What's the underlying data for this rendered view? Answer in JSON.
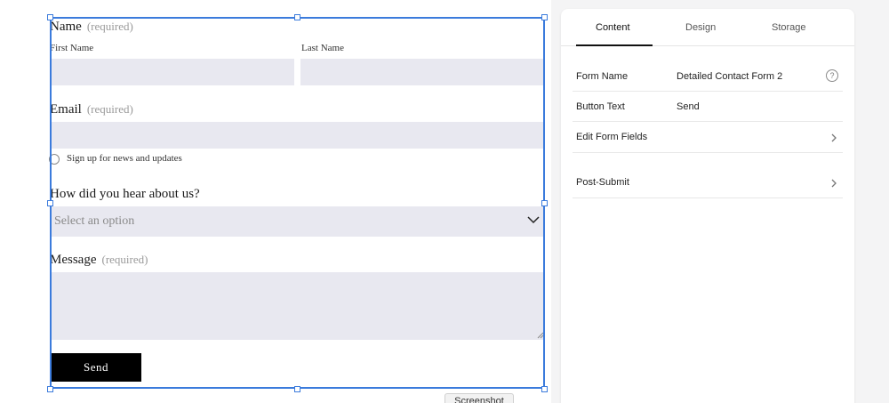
{
  "form": {
    "name": {
      "label": "Name",
      "required": "(required)",
      "first_label": "First Name",
      "last_label": "Last Name",
      "first_value": "",
      "last_value": ""
    },
    "email": {
      "label": "Email",
      "required": "(required)",
      "value": ""
    },
    "newsletter": {
      "label": "Sign up for news and updates",
      "checked": false
    },
    "hear_about": {
      "label": "How did you hear about us?",
      "placeholder": "Select an option"
    },
    "message": {
      "label": "Message",
      "required": "(required)",
      "value": ""
    },
    "submit_label": "Send"
  },
  "screenshot_tag": "Screenshot",
  "panel": {
    "tabs": [
      {
        "label": "Content",
        "active": true
      },
      {
        "label": "Design",
        "active": false
      },
      {
        "label": "Storage",
        "active": false
      }
    ],
    "rows": {
      "form_name": {
        "label": "Form Name",
        "value": "Detailed Contact Form 2",
        "help": "?"
      },
      "button_text": {
        "label": "Button Text",
        "value": "Send"
      },
      "edit_fields": {
        "label": "Edit Form Fields"
      },
      "post_submit": {
        "label": "Post-Submit"
      }
    }
  },
  "colors": {
    "selection": "#3b7bdc",
    "input_bg": "#e8e8f0",
    "button_bg": "#000000"
  }
}
